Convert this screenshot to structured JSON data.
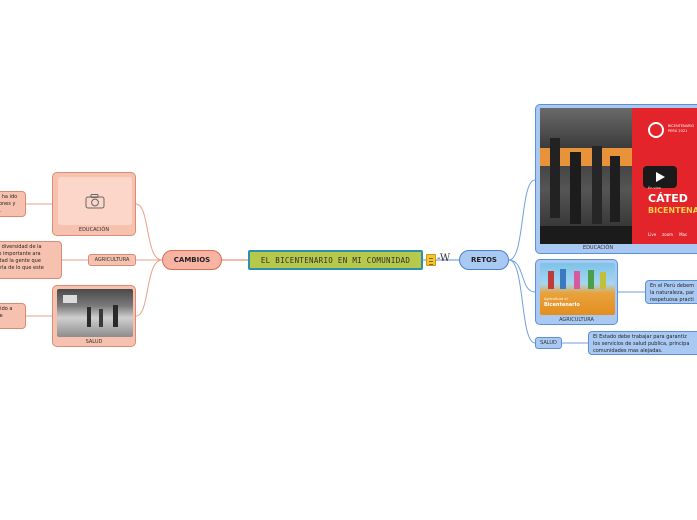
{
  "central": {
    "title": "EL BICENTENARIO EN MI COMUNIDAD",
    "note_icon": "note-icon",
    "link_icon": "wikipedia-icon"
  },
  "left": {
    "title": "CAMBIOS",
    "educacion": {
      "label": "EDUCACIÓN",
      "icon": "camera-icon",
      "text": "n ha ido\nrones y\nd."
    },
    "agricultura": {
      "label": "AGRICULTURA",
      "text": "a diversidad de la\nio importante ara\nidad la gente que\narla de lo que este"
    },
    "salud": {
      "label": "SALUD",
      "text": "bido a\nse"
    }
  },
  "right": {
    "title": "RETOS",
    "educacion": {
      "label": "EDUCACIÓN",
      "image": {
        "brand_line1": "BICENTENARIO",
        "brand_line2": "PERÚ 2021",
        "heading1": "CÁTED",
        "heading2": "BICENTENA",
        "live": "En vivo",
        "platform1": "Live",
        "platform2": "zoom",
        "caption": "Mac"
      }
    },
    "agricultura": {
      "label": "AGRICULTURA",
      "image": {
        "line1": "Agricultura al",
        "line2": "Bicentenario"
      },
      "text": "En el Perú debem\nla naturaleza, par\nrespetuosa practi"
    },
    "salud": {
      "label": "SALUD",
      "text": "El Estado debe trabajar para garantiz\nlos servicios de salud publica, principa\ncomunidades mas alejadas."
    }
  },
  "colors": {
    "central": "#b7c94a",
    "pink": "#f7c1b0",
    "blue": "#a9c9f3",
    "link_pink": "#e9a08a",
    "link_blue": "#6fa0e0"
  }
}
